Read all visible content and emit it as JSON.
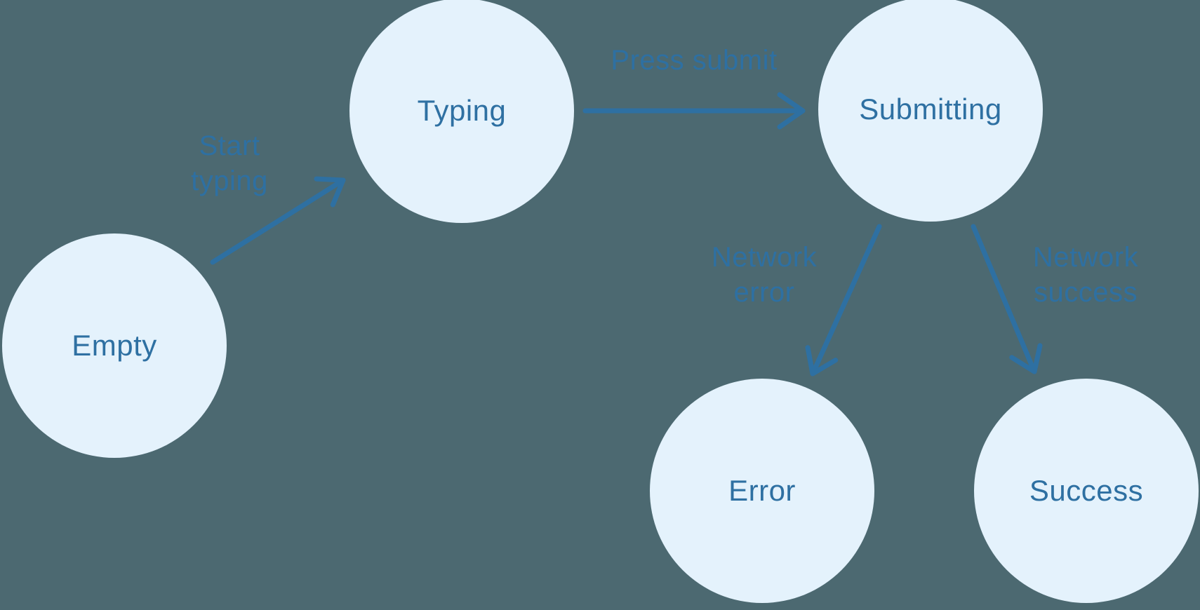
{
  "diagram": {
    "type": "state-machine",
    "nodes": [
      {
        "id": "empty",
        "label": "Empty"
      },
      {
        "id": "typing",
        "label": "Typing"
      },
      {
        "id": "submitting",
        "label": "Submitting"
      },
      {
        "id": "error",
        "label": "Error"
      },
      {
        "id": "success",
        "label": "Success"
      }
    ],
    "edges": [
      {
        "from": "Empty",
        "to": "Typing",
        "label": "Start typing"
      },
      {
        "from": "Typing",
        "to": "Submitting",
        "label": "Press submit"
      },
      {
        "from": "Submitting",
        "to": "Error",
        "label": "Network error"
      },
      {
        "from": "Submitting",
        "to": "Success",
        "label": "Network success"
      }
    ],
    "colors": {
      "background": "#4C6971",
      "node_fill": "#E4F2FC",
      "accent_blue": "#2E70A2"
    }
  }
}
